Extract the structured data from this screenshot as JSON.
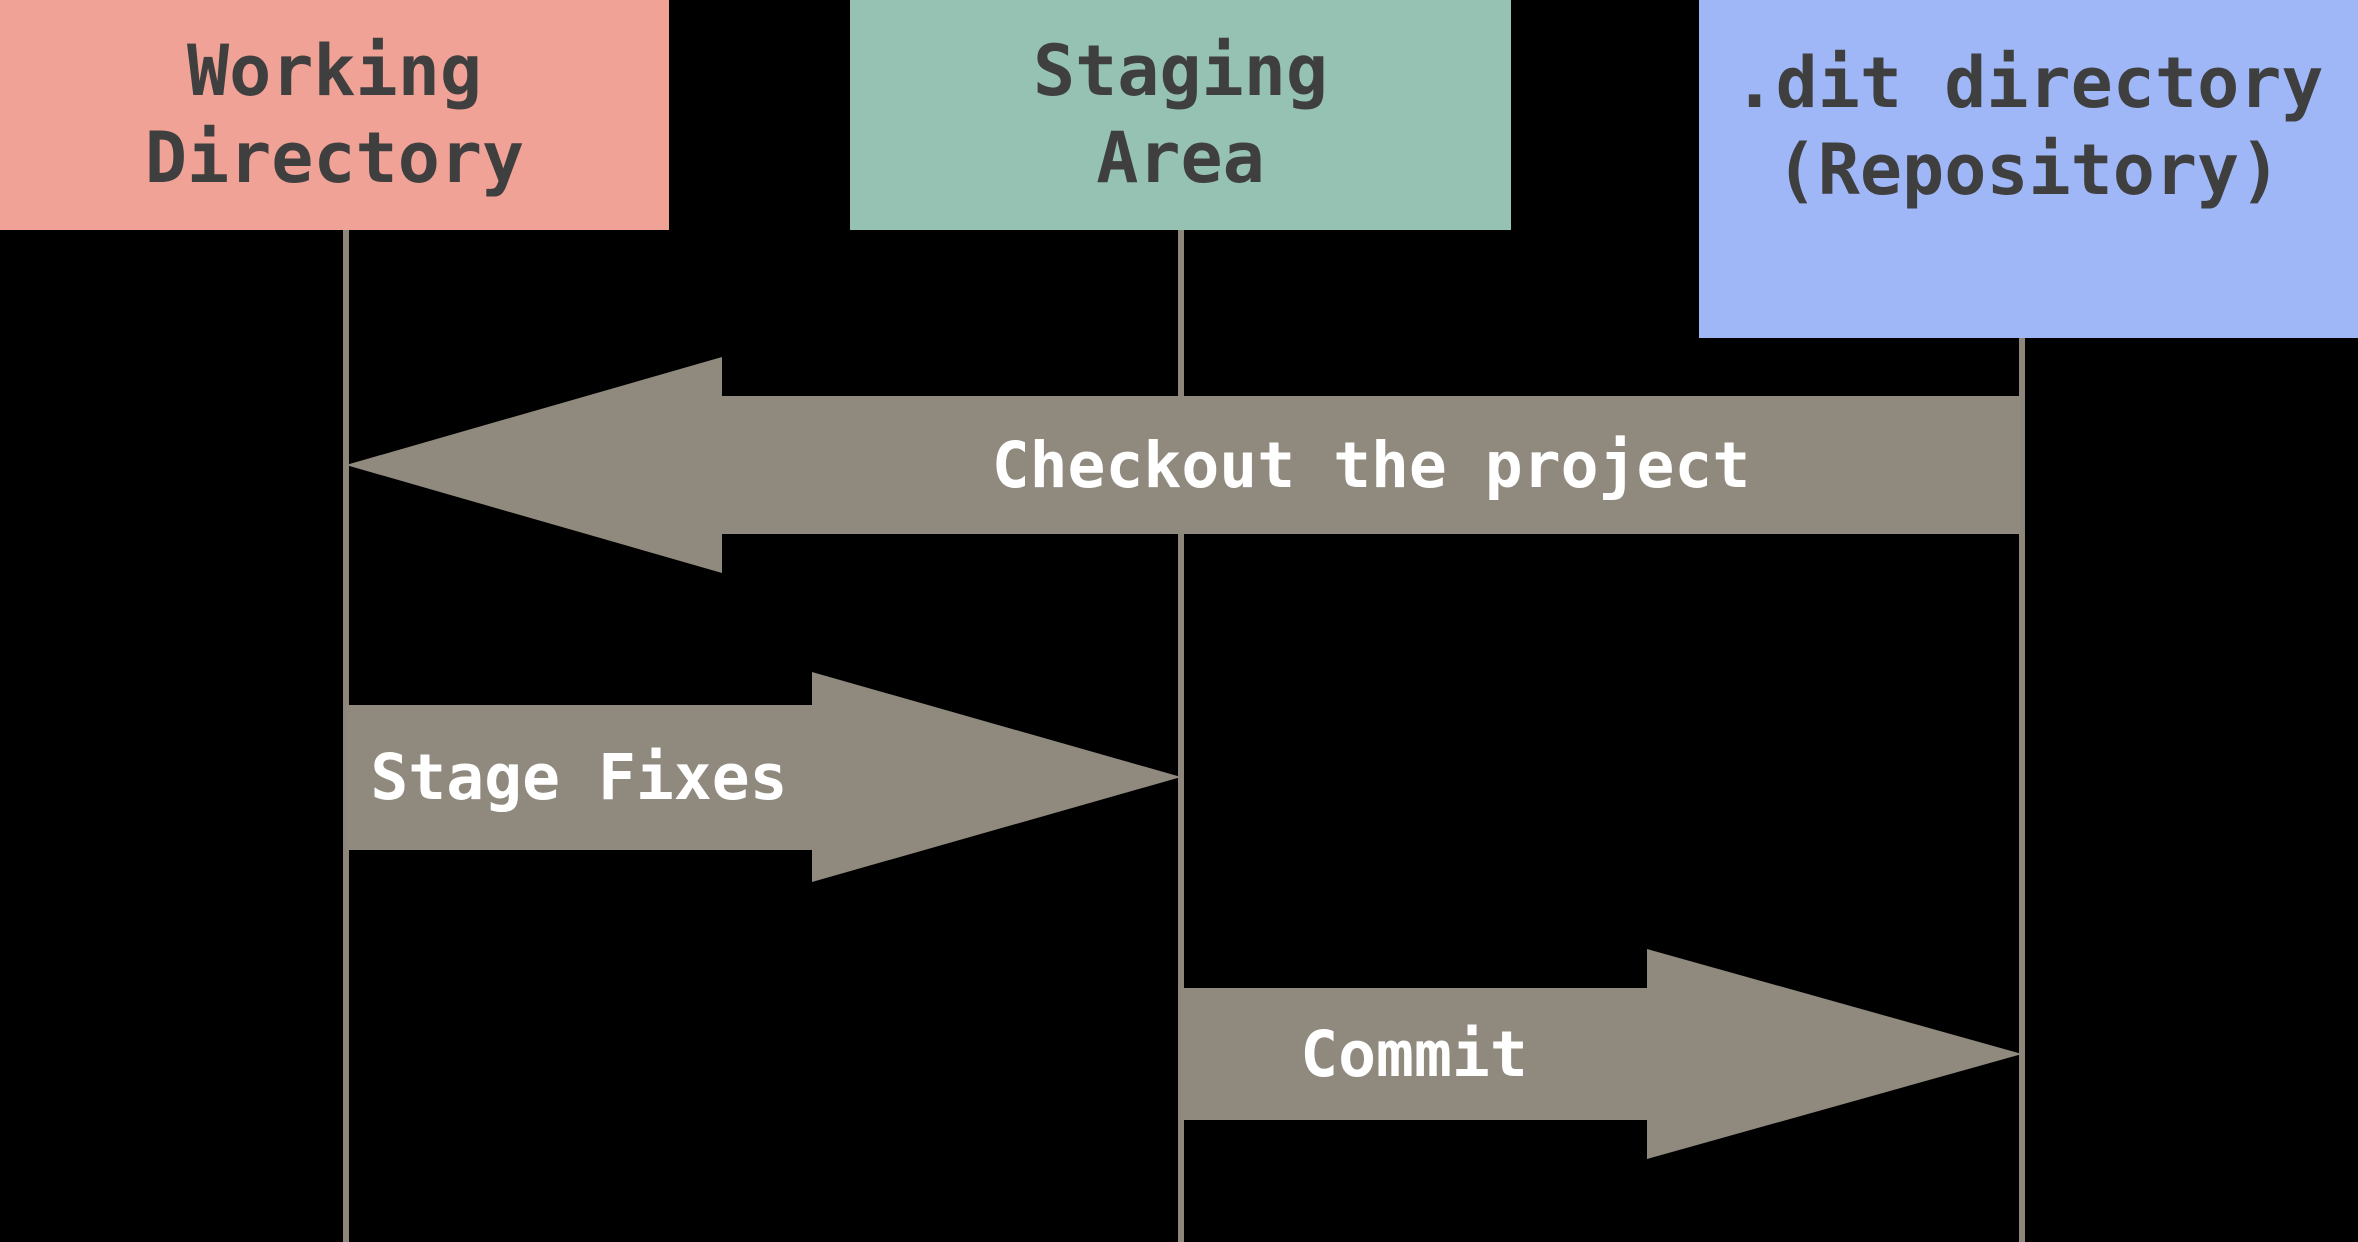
{
  "lanes": [
    {
      "id": "working-directory",
      "label_line1": "Working",
      "label_line2": "Directory",
      "color": "#f0a296"
    },
    {
      "id": "staging-area",
      "label_line1": "Staging",
      "label_line2": "Area",
      "color": "#95c2b3"
    },
    {
      "id": "dit-directory",
      "label_line1": ".dit directory",
      "label_line2": "(Repository)",
      "color": "#9fb7f6"
    }
  ],
  "arrows": [
    {
      "id": "checkout",
      "label": "Checkout the project",
      "from": "dit-directory",
      "to": "working-directory",
      "direction": "left"
    },
    {
      "id": "stage-fixes",
      "label": "Stage Fixes",
      "from": "working-directory",
      "to": "staging-area",
      "direction": "right"
    },
    {
      "id": "commit",
      "label": "Commit",
      "from": "staging-area",
      "to": "dit-directory",
      "direction": "right"
    }
  ],
  "colors": {
    "background": "#000000",
    "arrow": "#90897e",
    "lifeline": "#8d867b",
    "header_text": "#3f3f3f",
    "arrow_text": "#ffffff"
  }
}
